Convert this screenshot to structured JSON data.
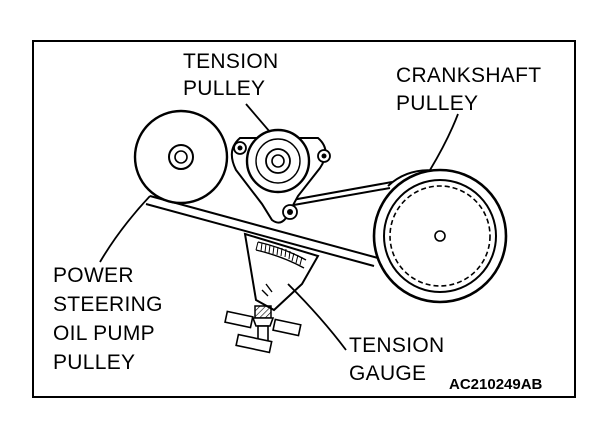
{
  "labels": {
    "tension_pulley": [
      "TENSION",
      "PULLEY"
    ],
    "crankshaft_pulley": [
      "CRANKSHAFT",
      "PULLEY"
    ],
    "power_steering": [
      "POWER",
      "STEERING",
      "OIL PUMP",
      "PULLEY"
    ],
    "tension_gauge": [
      "TENSION",
      "GAUGE"
    ]
  },
  "figure_code": "AC210249AB"
}
